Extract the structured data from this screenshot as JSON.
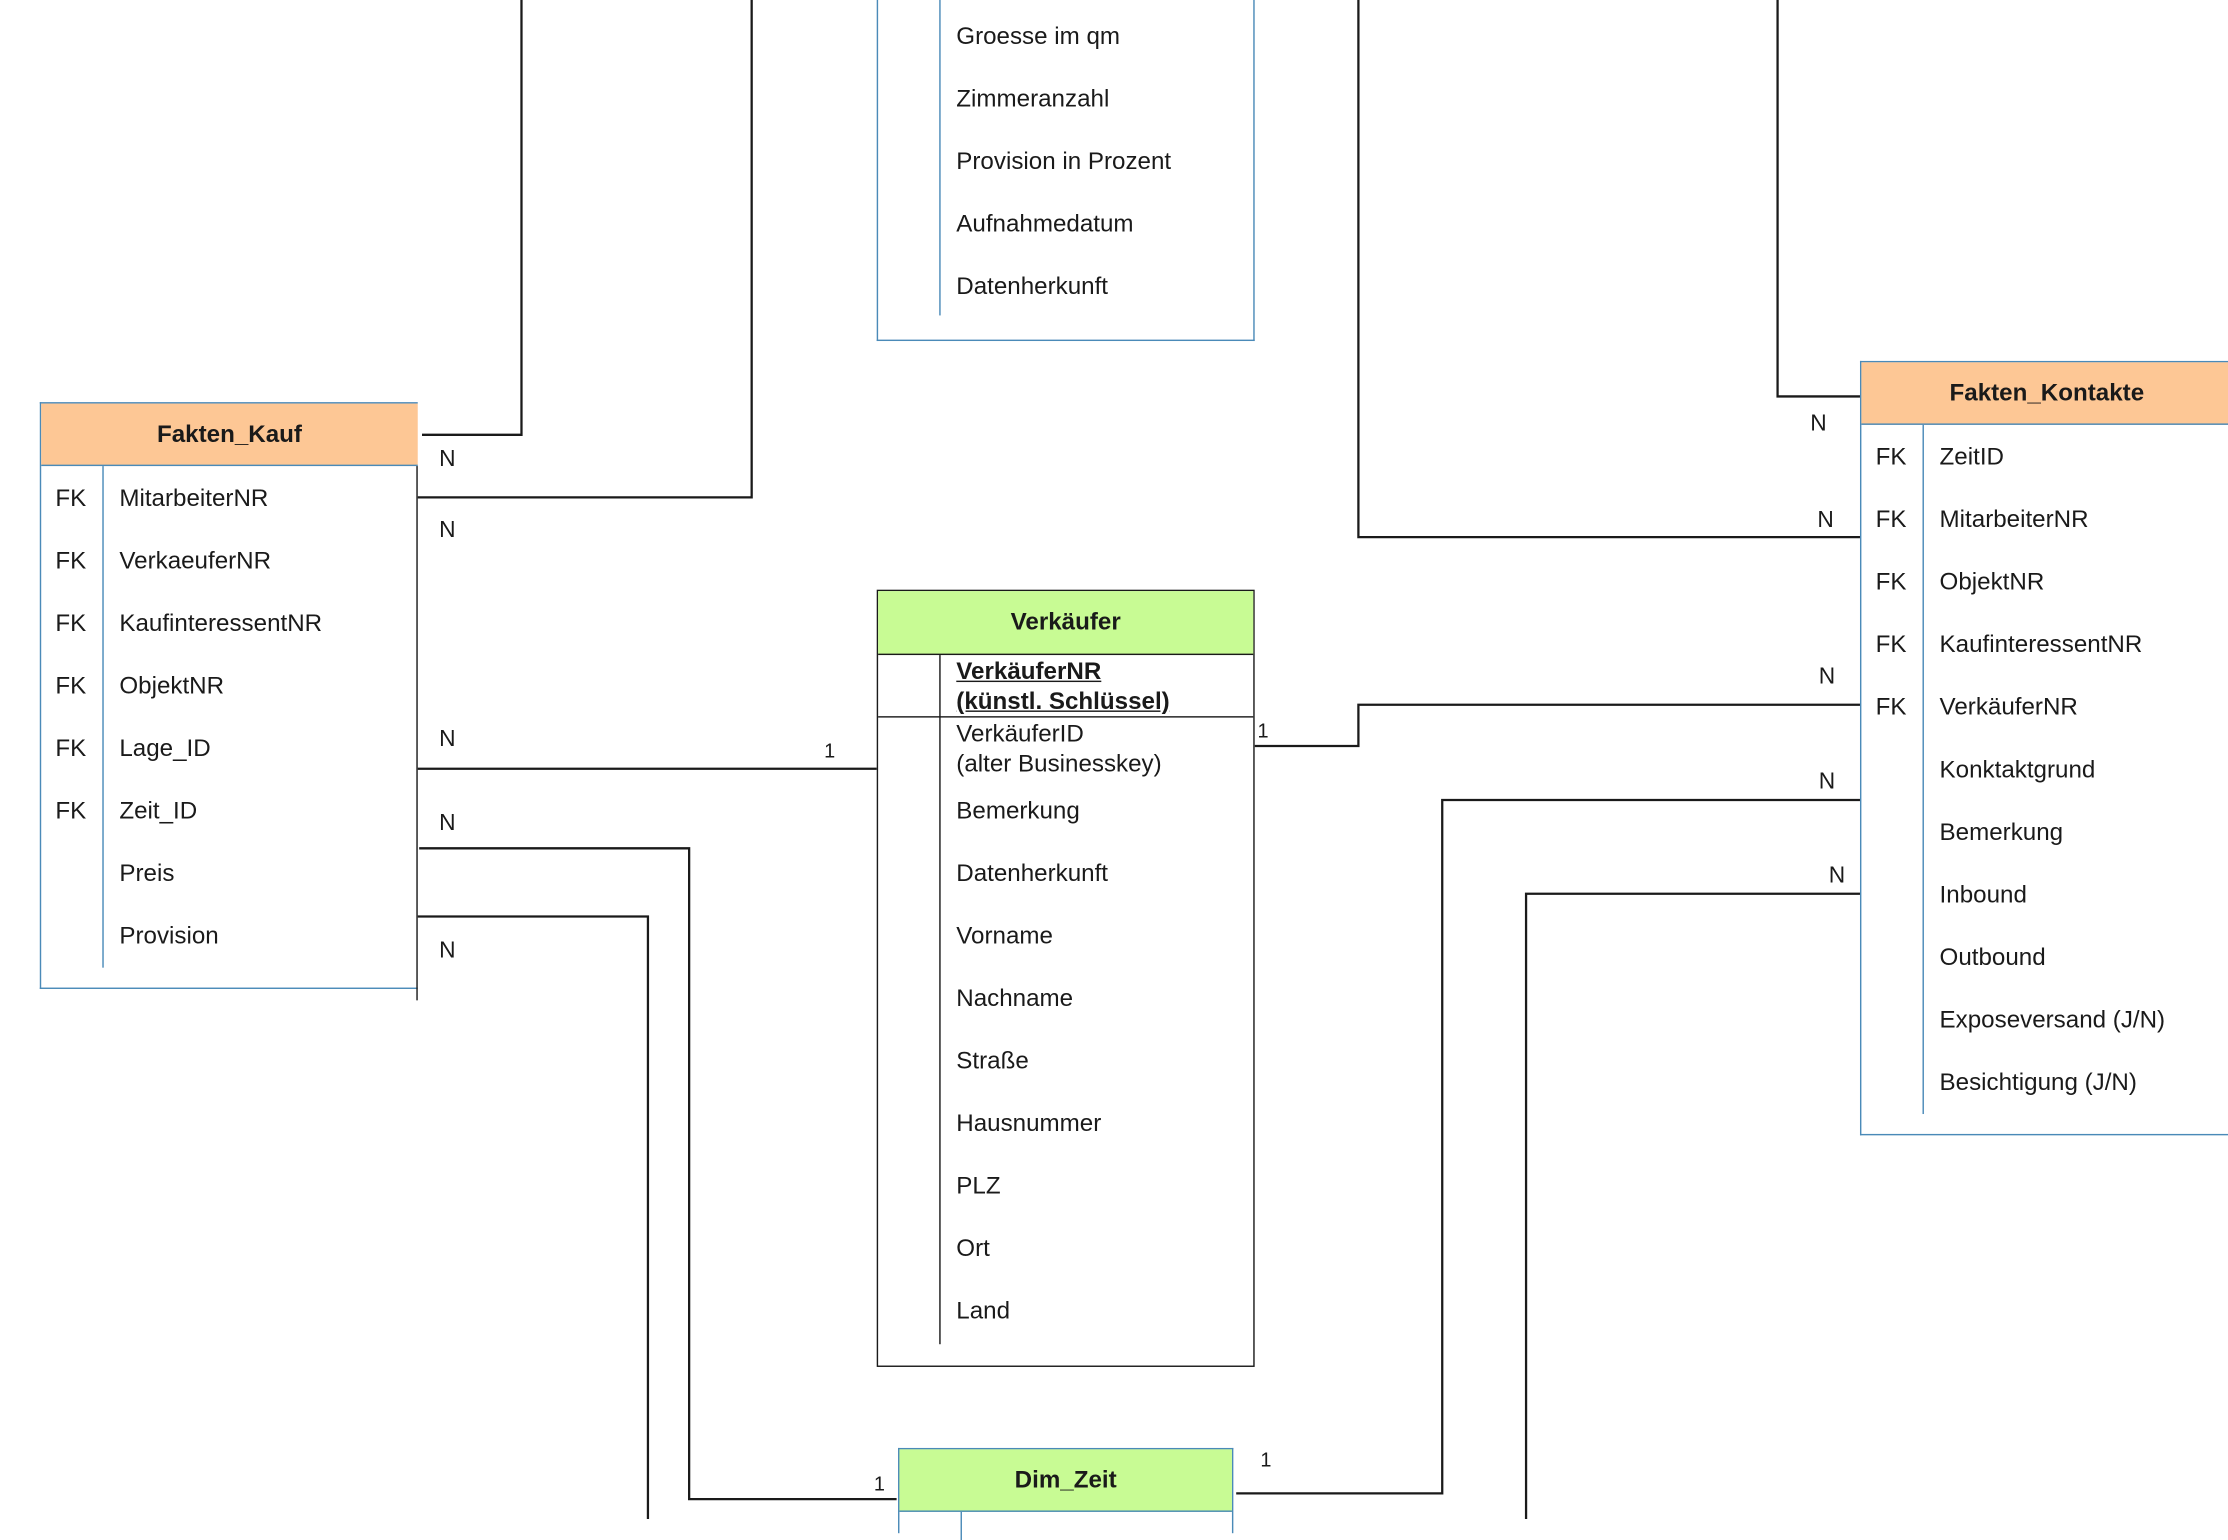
{
  "entities": {
    "dim_objekt": {
      "fields": [
        "Groesse im qm",
        "Zimmeranzahl",
        "Provision in Prozent",
        "Aufnahmedatum",
        "Datenherkunft"
      ]
    },
    "fakten_kauf": {
      "title": "Fakten_Kauf",
      "rows": [
        {
          "key": "FK",
          "field": "MitarbeiterNR"
        },
        {
          "key": "FK",
          "field": "VerkaeuferNR"
        },
        {
          "key": "FK",
          "field": "KaufinteressentNR"
        },
        {
          "key": "FK",
          "field": "ObjektNR"
        },
        {
          "key": "FK",
          "field": "Lage_ID"
        },
        {
          "key": "FK",
          "field": "Zeit_ID"
        },
        {
          "key": "",
          "field": "Preis"
        },
        {
          "key": "",
          "field": "Provision"
        }
      ]
    },
    "verkaeufer": {
      "title": "Verkäufer",
      "pk": "VerkäuferNR\n(künstl. Schlüssel)",
      "business_key": "VerkäuferID\n(alter Businesskey)",
      "fields": [
        "Bemerkung",
        "Datenherkunft",
        "Vorname",
        "Nachname",
        "Straße",
        "Hausnummer",
        "PLZ",
        "Ort",
        "Land"
      ]
    },
    "fakten_kontakte": {
      "title": "Fakten_Kontakte",
      "rows": [
        {
          "key": "FK",
          "field": "ZeitID"
        },
        {
          "key": "FK",
          "field": "MitarbeiterNR"
        },
        {
          "key": "FK",
          "field": "ObjektNR"
        },
        {
          "key": "FK",
          "field": "KaufinteressentNR"
        },
        {
          "key": "FK",
          "field": "VerkäuferNR"
        },
        {
          "key": "",
          "field": "Konktaktgrund"
        },
        {
          "key": "",
          "field": "Bemerkung"
        },
        {
          "key": "",
          "field": "Inbound"
        },
        {
          "key": "",
          "field": "Outbound"
        },
        {
          "key": "",
          "field": "Exposeversand (J/N)"
        },
        {
          "key": "",
          "field": "Besichtigung (J/N)"
        }
      ]
    },
    "dim_zeit": {
      "title": "Dim_Zeit"
    }
  },
  "cardinalities": {
    "kauf_n1": "N",
    "kauf_n2": "N",
    "kauf_lage_n": "N",
    "verk_one": "1",
    "kauf_zeit_n": "N",
    "kauf_prov_n": "N",
    "kontakte_n_top": "N",
    "kontakte_n_mitarb": "N",
    "kontakte_n_verk": "N",
    "verk_one_right": "1",
    "kontakte_n_zeit": "N",
    "kontakte_n_low": "N",
    "zeit_one_left": "1",
    "zeit_one_right": "1"
  },
  "colors": {
    "fact_header": "#fdc795",
    "dim_header": "#c8fb94",
    "entity_border_blue": "#4a8ab8",
    "line": "#1a1a1a"
  }
}
